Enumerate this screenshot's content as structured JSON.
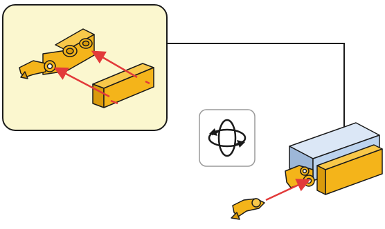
{
  "instruction": {
    "type": "assembly-step",
    "colors": {
      "brick": "#f4b41a",
      "brick_shade": "#d99a0c",
      "brick_outline": "#1a1a1a",
      "light_blue_brick": "#bcd3ee",
      "light_blue_shade": "#9db7d8",
      "callout_fill": "#fbf7cf",
      "callout_border": "#1a1a1a",
      "arrow_red": "#e23a3a",
      "guide_line": "#1a1a1a",
      "rotate_box_fill": "#ffffff",
      "rotate_box_border": "#9a9a9a"
    },
    "callout": {
      "shape": "rounded-rectangle",
      "contents": [
        "plate-with-clips",
        "tile-1x4",
        "two-insertion-arrows"
      ]
    },
    "rotate_indicator": {
      "icon": "rotate-model-icon"
    },
    "main_model": {
      "contents": [
        "light-blue-brick",
        "attached-orange-assembly",
        "clip-part",
        "insertion-arrow"
      ]
    }
  }
}
